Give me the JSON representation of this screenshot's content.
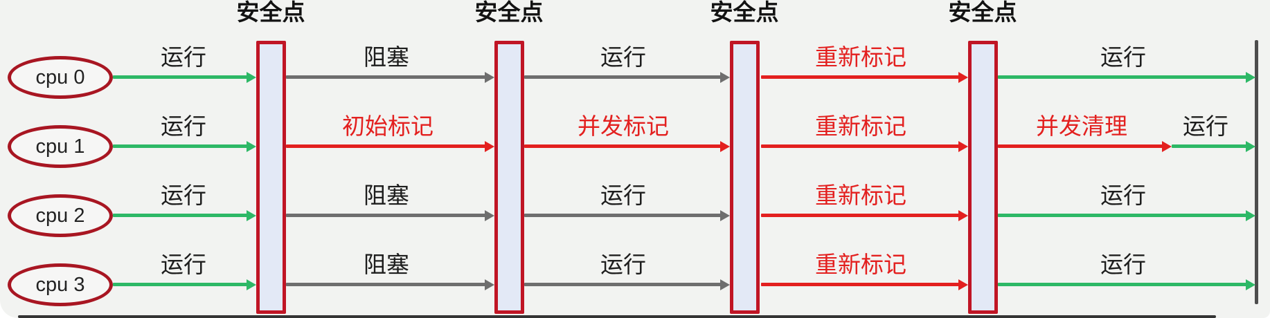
{
  "colors": {
    "background": "#f2f3f1",
    "run_green": "#2db866",
    "blocked_gray": "#6e6e6e",
    "gc_red": "#e3201f",
    "bar_fill": "#e3e9f6",
    "bar_border": "#c01525",
    "cpu_border": "#a81622",
    "text_dark": "#1d1d1d",
    "timeline_end": "#4d4d4d"
  },
  "safepoints": [
    "安全点",
    "安全点",
    "安全点",
    "安全点"
  ],
  "cpus": [
    "cpu 0",
    "cpu 1",
    "cpu 2",
    "cpu 3"
  ],
  "lanes": [
    {
      "cpu": "cpu 0",
      "segments": [
        {
          "label": "运行",
          "color": "green"
        },
        {
          "label": "阻塞",
          "color": "gray"
        },
        {
          "label": "运行",
          "color": "gray"
        },
        {
          "label": "重新标记",
          "color": "red"
        },
        {
          "label": "运行",
          "color": "green"
        }
      ]
    },
    {
      "cpu": "cpu 1",
      "segments": [
        {
          "label": "运行",
          "color": "green"
        },
        {
          "label": "初始标记",
          "color": "red"
        },
        {
          "label": "并发标记",
          "color": "red"
        },
        {
          "label": "重新标记",
          "color": "red"
        },
        {
          "label": "并发清理",
          "color": "red"
        },
        {
          "label": "运行",
          "color": "green"
        }
      ]
    },
    {
      "cpu": "cpu 2",
      "segments": [
        {
          "label": "运行",
          "color": "green"
        },
        {
          "label": "阻塞",
          "color": "gray"
        },
        {
          "label": "运行",
          "color": "gray"
        },
        {
          "label": "重新标记",
          "color": "red"
        },
        {
          "label": "运行",
          "color": "green"
        }
      ]
    },
    {
      "cpu": "cpu 3",
      "segments": [
        {
          "label": "运行",
          "color": "green"
        },
        {
          "label": "阻塞",
          "color": "gray"
        },
        {
          "label": "运行",
          "color": "gray"
        },
        {
          "label": "重新标记",
          "color": "red"
        },
        {
          "label": "运行",
          "color": "green"
        }
      ]
    }
  ]
}
